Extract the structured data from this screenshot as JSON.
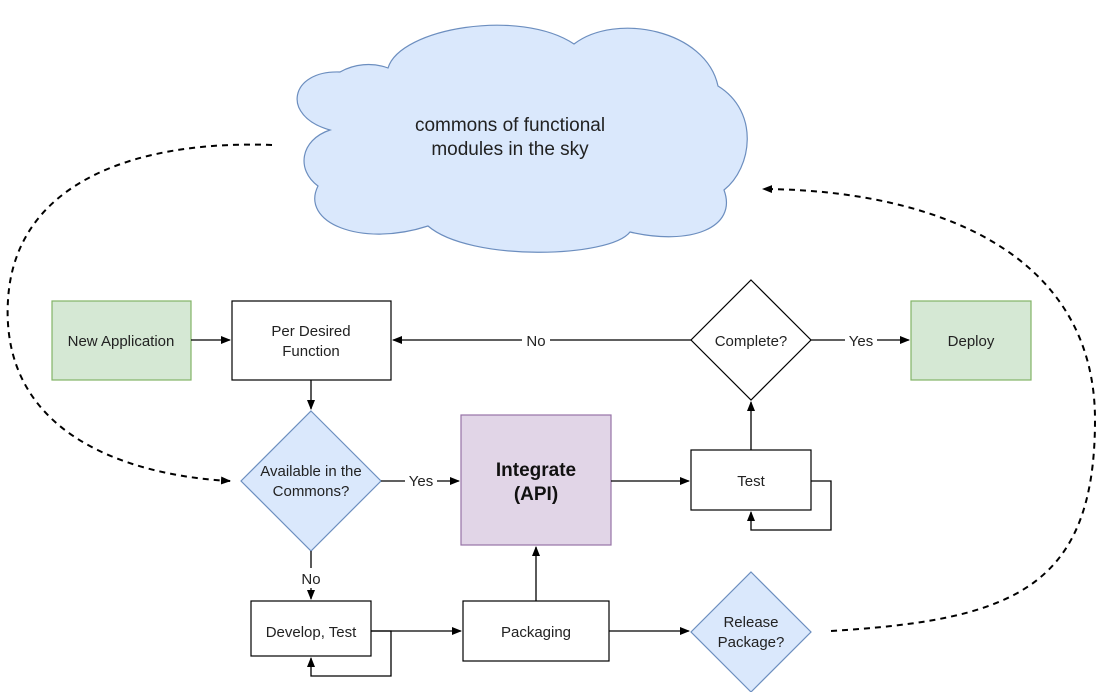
{
  "colors": {
    "blue_fill": "#dae8fc",
    "blue_stroke": "#6c8ebf",
    "green_fill": "#d5e8d4",
    "green_stroke": "#82b366",
    "purple_fill": "#e1d5e7",
    "purple_stroke": "#9673a6",
    "white_fill": "#ffffff",
    "black_stroke": "#000000"
  },
  "cloud": {
    "line1": "commons of functional",
    "line2": "modules in the sky"
  },
  "nodes": {
    "new_application": "New Application",
    "per_desired_function": {
      "line1": "Per Desired",
      "line2": "Function"
    },
    "available_in_commons": {
      "line1": "Available in the",
      "line2": "Commons?"
    },
    "integrate": {
      "line1": "Integrate",
      "line2": "(API)"
    },
    "test": "Test",
    "complete": "Complete?",
    "deploy": "Deploy",
    "develop_test": "Develop, Test",
    "packaging": "Packaging",
    "release_package": {
      "line1": "Release",
      "line2": "Package?"
    }
  },
  "edge_labels": {
    "no_top": "No",
    "yes_complete": "Yes",
    "yes_available": "Yes",
    "no_available": "No"
  }
}
